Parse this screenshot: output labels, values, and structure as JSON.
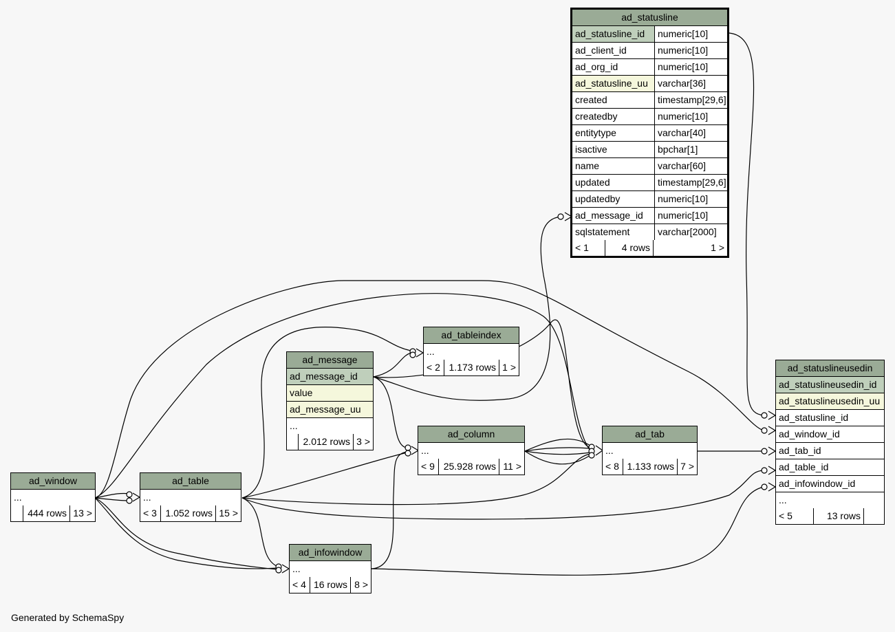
{
  "tables": {
    "ad_statusline": {
      "name": "ad_statusline",
      "columns": [
        {
          "name": "ad_statusline_id",
          "type": "numeric[10]",
          "key": "pk"
        },
        {
          "name": "ad_client_id",
          "type": "numeric[10]"
        },
        {
          "name": "ad_org_id",
          "type": "numeric[10]"
        },
        {
          "name": "ad_statusline_uu",
          "type": "varchar[36]",
          "key": "idx"
        },
        {
          "name": "created",
          "type": "timestamp[29,6]"
        },
        {
          "name": "createdby",
          "type": "numeric[10]"
        },
        {
          "name": "entitytype",
          "type": "varchar[40]"
        },
        {
          "name": "isactive",
          "type": "bpchar[1]"
        },
        {
          "name": "name",
          "type": "varchar[60]"
        },
        {
          "name": "updated",
          "type": "timestamp[29,6]"
        },
        {
          "name": "updatedby",
          "type": "numeric[10]"
        },
        {
          "name": "ad_message_id",
          "type": "numeric[10]"
        },
        {
          "name": "sqlstatement",
          "type": "varchar[2000]"
        }
      ],
      "footer": {
        "parents": "< 1",
        "rows": "4 rows",
        "children": "1 >"
      }
    },
    "ad_statuslineusedin": {
      "name": "ad_statuslineusedin",
      "columns": [
        {
          "name": "ad_statuslineusedin_id",
          "key": "pk"
        },
        {
          "name": "ad_statuslineusedin_uu",
          "key": "idx"
        },
        {
          "name": "ad_statusline_id"
        },
        {
          "name": "ad_window_id"
        },
        {
          "name": "ad_tab_id"
        },
        {
          "name": "ad_table_id"
        },
        {
          "name": "ad_infowindow_id"
        },
        {
          "name": "..."
        }
      ],
      "footer": {
        "parents": "< 5",
        "rows": "13 rows",
        "children": ""
      }
    },
    "ad_message": {
      "name": "ad_message",
      "columns": [
        {
          "name": "ad_message_id",
          "key": "pk"
        },
        {
          "name": "value",
          "key": "idx"
        },
        {
          "name": "ad_message_uu",
          "key": "idx"
        },
        {
          "name": "..."
        }
      ],
      "footer": {
        "parents": "",
        "rows": "2.012 rows",
        "children": "3 >"
      }
    },
    "ad_tableindex": {
      "name": "ad_tableindex",
      "columns": [
        {
          "name": "..."
        }
      ],
      "footer": {
        "parents": "< 2",
        "rows": "1.173 rows",
        "children": "1 >"
      }
    },
    "ad_column": {
      "name": "ad_column",
      "columns": [
        {
          "name": "..."
        }
      ],
      "footer": {
        "parents": "< 9",
        "rows": "25.928 rows",
        "children": "11 >"
      }
    },
    "ad_tab": {
      "name": "ad_tab",
      "columns": [
        {
          "name": "..."
        }
      ],
      "footer": {
        "parents": "< 8",
        "rows": "1.133 rows",
        "children": "7 >"
      }
    },
    "ad_window": {
      "name": "ad_window",
      "columns": [
        {
          "name": "..."
        }
      ],
      "footer": {
        "parents": "",
        "rows": "444 rows",
        "children": "13 >"
      }
    },
    "ad_table": {
      "name": "ad_table",
      "columns": [
        {
          "name": "..."
        }
      ],
      "footer": {
        "parents": "< 3",
        "rows": "1.052 rows",
        "children": "15 >"
      }
    },
    "ad_infowindow": {
      "name": "ad_infowindow",
      "columns": [
        {
          "name": "..."
        }
      ],
      "footer": {
        "parents": "< 4",
        "rows": "16 rows",
        "children": "8 >"
      }
    }
  },
  "colors": {
    "header": "#9aab96",
    "primary_key": "#bfcfbb",
    "indexed": "#f5f7dc",
    "background": "#f7f7f7"
  },
  "footer_text": "Generated by SchemaSpy"
}
